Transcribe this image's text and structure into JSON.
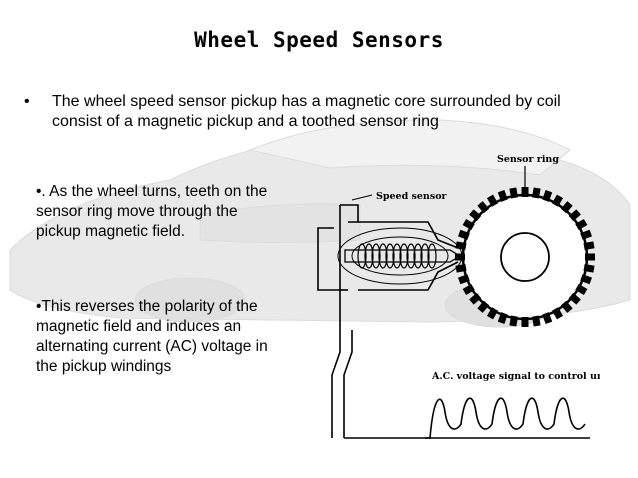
{
  "slide": {
    "title": "Wheel Speed Sensors",
    "bullet_symbol": "•",
    "main_bullet": "The wheel speed sensor pickup has a magnetic core surrounded by coil consist of a magnetic pickup and a toothed sensor ring",
    "sub_points": [
      "•. As the wheel turns, teeth on the sensor ring move through the pickup magnetic field.",
      "•This reverses the polarity of the magnetic field and induces an alternating current (AC) voltage in the pickup windings"
    ]
  },
  "diagram": {
    "labels": {
      "sensor_ring": "Sensor ring",
      "speed_sensor": "Speed sensor",
      "ac_signal": "A.C. voltage signal to control unit"
    },
    "gear_teeth": 36
  }
}
